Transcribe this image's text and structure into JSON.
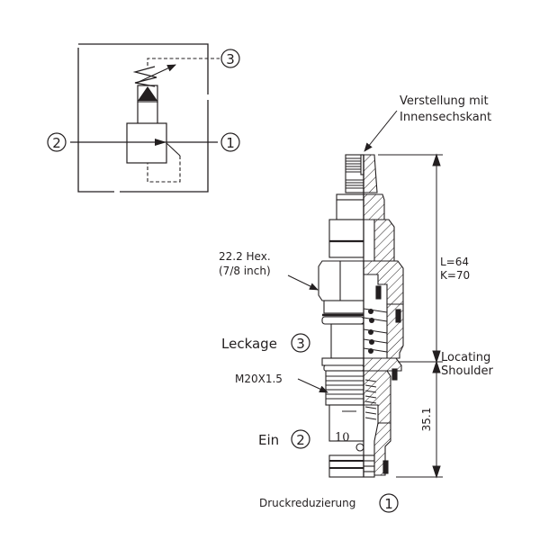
{
  "symbol": {
    "ports": [
      {
        "id": "port-3",
        "label": "3"
      },
      {
        "id": "port-2",
        "label": "2"
      },
      {
        "id": "port-1",
        "label": "1"
      }
    ]
  },
  "labels": {
    "adjustment_line1": "Verstellung mit",
    "adjustment_line2": "Innensechskant",
    "hex_line1": "22.2 Hex.",
    "hex_line2": "(7/8 inch)",
    "leakage": "Leckage",
    "leakage_port": "3",
    "thread": "M20X1.5",
    "inlet": "Ein",
    "inlet_port": "2",
    "pressure_reducing": "Druckreduzierung",
    "pressure_reducing_port": "1",
    "length_l": "L=64",
    "length_k": "K=70",
    "locating_line1": "Locating",
    "locating_line2": "Shoulder",
    "dim_lower": "35.1"
  },
  "colors": {
    "ink": "#231f20",
    "background": "#ffffff"
  }
}
